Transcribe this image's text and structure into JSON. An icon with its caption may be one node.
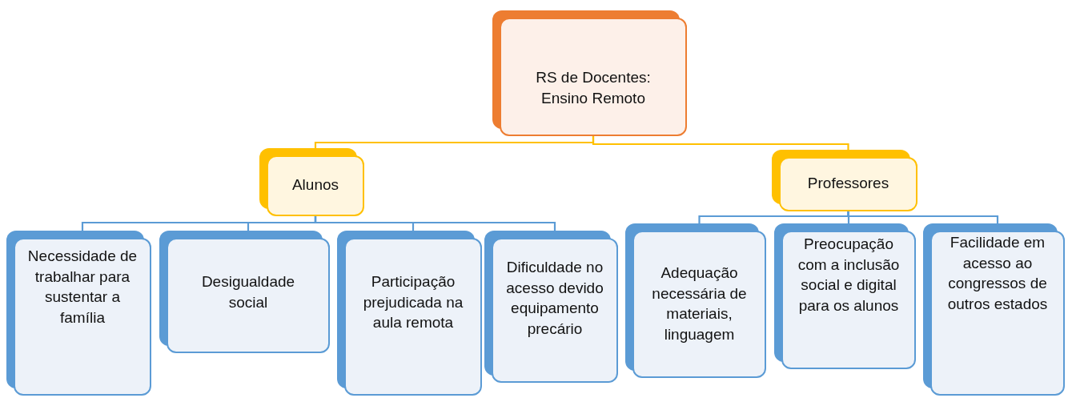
{
  "diagram": {
    "nodes": [
      {
        "text": [
          "RS de Docentes: Ensino Remoto"
        ]
      },
      {
        "text": [
          "Alunos"
        ]
      },
      {
        "text": [
          "Necessidade de trabalhar para sustentar a família"
        ]
      },
      {
        "text": [
          "Desigualdade social"
        ]
      },
      {
        "text": [
          "Participação prejudicada na aula remota"
        ]
      },
      {
        "text": [
          "Dificuldade no acesso devido equipamento precário"
        ]
      },
      {
        "text": [
          "Professores"
        ]
      },
      {
        "text": [
          "Adequação necessária de materiais, linguagem"
        ]
      },
      {
        "text": [
          "Preocupação com a inclusão social e digital para os alunos"
        ]
      },
      {
        "text": [
          "Facilidade em acesso ao congressos de outros estados"
        ]
      }
    ],
    "edges": [
      {
        "from": 0,
        "to": 1,
        "arrow": "none",
        "color": "#ffc000"
      },
      {
        "from": 0,
        "to": 6,
        "arrow": "none",
        "color": "#ffc000"
      },
      {
        "from": 1,
        "to": 2,
        "arrow": "none"
      },
      {
        "from": 1,
        "to": 3,
        "arrow": "none"
      },
      {
        "from": 1,
        "to": 4,
        "arrow": "none"
      },
      {
        "from": 1,
        "to": 5,
        "arrow": "none"
      },
      {
        "from": 6,
        "to": 7,
        "arrow": "none"
      },
      {
        "from": 6,
        "to": 8,
        "arrow": "none"
      },
      {
        "from": 6,
        "to": 9,
        "arrow": "none"
      }
    ]
  }
}
